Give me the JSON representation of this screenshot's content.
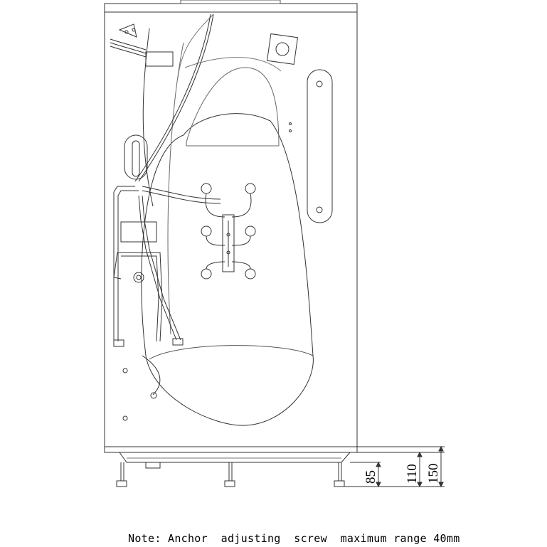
{
  "dimensions": {
    "d1": "85",
    "d2": "110",
    "d3": "150"
  },
  "note": "Note: Anchor  adjusting  screw  maximum range 40mm",
  "colors": {
    "line": "#333333",
    "faint": "#888888"
  }
}
